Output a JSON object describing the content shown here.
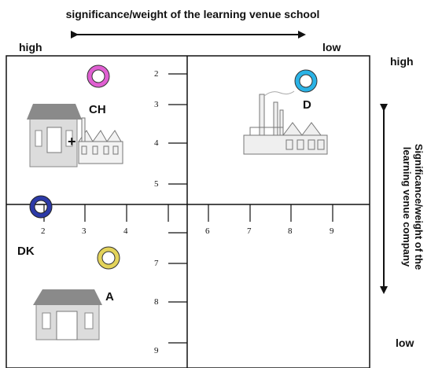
{
  "diagram": {
    "top_axis_title": "significance/weight of the learning venue school",
    "side_axis_title_line1": "Significance/weight of the",
    "side_axis_title_line2": "learning venue company",
    "top_high": "high",
    "top_low": "low",
    "side_high": "high",
    "side_low": "low",
    "vertical_ticks": [
      "2",
      "3",
      "4",
      "5",
      "7",
      "8",
      "9"
    ],
    "horizontal_ticks": [
      "2",
      "3",
      "4",
      "6",
      "7",
      "8",
      "9"
    ],
    "plus_symbol": "+",
    "markers": [
      {
        "code": "CH",
        "color": "#e05fd2"
      },
      {
        "code": "D",
        "color": "#2ab3e6"
      },
      {
        "code": "DK",
        "color": "#2c3aa8"
      },
      {
        "code": "A",
        "color": "#e3d35a"
      }
    ]
  }
}
